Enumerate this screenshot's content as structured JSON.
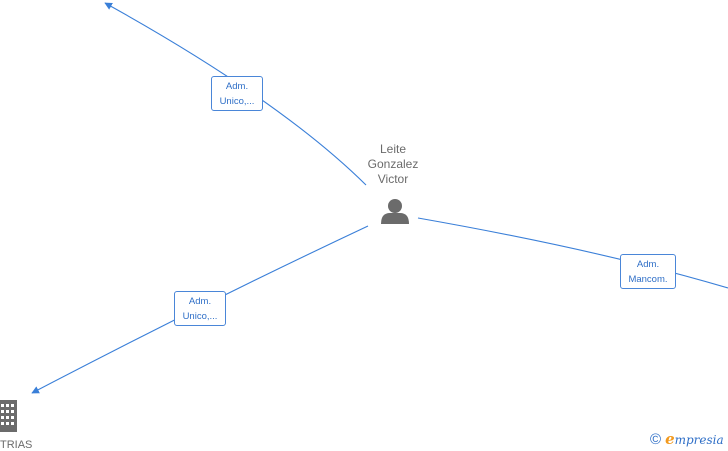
{
  "center_person": {
    "name_lines": [
      "Leite",
      "Gonzalez",
      "Victor"
    ],
    "icon": "person-icon"
  },
  "edges": [
    {
      "label_lines": [
        "Adm.",
        "Unico,..."
      ]
    },
    {
      "label_lines": [
        "Adm.",
        "Unico,..."
      ]
    },
    {
      "label_lines": [
        "Adm.",
        "Mancom."
      ]
    }
  ],
  "partial_node": {
    "icon": "building-icon",
    "label": "TRIAS"
  },
  "branding": {
    "copyright": "©",
    "brand_initial": "e",
    "brand_rest": "mpresia"
  },
  "colors": {
    "edge": "#3a7fd8",
    "label_text": "#2f6fc7",
    "node_icon": "#6b6b6b",
    "brand_accent": "#f39a1e"
  }
}
